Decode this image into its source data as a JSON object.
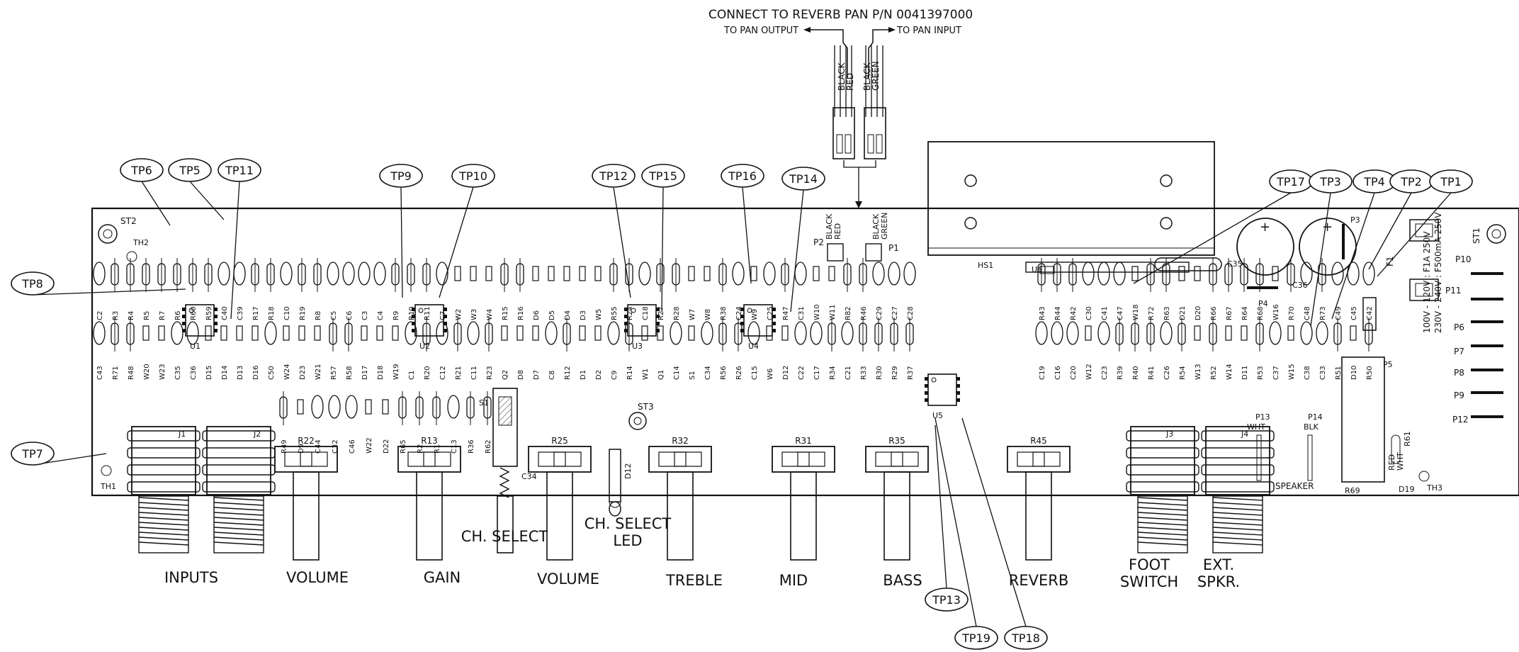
{
  "header": {
    "title": "CONNECT TO REVERB PAN P/N 0041397000",
    "to_pan_output": "TO PAN OUTPUT",
    "to_pan_input": "TO PAN INPUT",
    "wire_colors_left": [
      "BLACK",
      "RED"
    ],
    "wire_colors_right": [
      "BLACK",
      "GREEN"
    ]
  },
  "connector_p2": {
    "label": "P2",
    "colors": [
      "BLACK",
      "RED"
    ]
  },
  "connector_p1": {
    "label": "P1",
    "colors": [
      "BLACK",
      "GREEN"
    ]
  },
  "control_labels": [
    "INPUTS",
    "VOLUME",
    "GAIN",
    "CH. SELECT",
    "VOLUME",
    "CH. SELECT LED",
    "TREBLE",
    "MID",
    "BASS",
    "REVERB",
    "FOOT SWITCH",
    "EXT. SPKR."
  ],
  "test_points": [
    "TP6",
    "TP5",
    "TP11",
    "TP9",
    "TP10",
    "TP12",
    "TP15",
    "TP16",
    "TP14",
    "TP17",
    "TP3",
    "TP4",
    "TP2",
    "TP1",
    "TP8",
    "TP7",
    "TP13",
    "TP19",
    "TP18"
  ],
  "pots": [
    "R22",
    "R13",
    "R25",
    "R32",
    "R31",
    "R35",
    "R45"
  ],
  "jacks": [
    "J1",
    "J2",
    "J3",
    "J4"
  ],
  "ics": [
    "U1",
    "U2",
    "U3",
    "U4",
    "U5",
    "U6"
  ],
  "fuse": {
    "label": "F1",
    "line1": "100V - 120V : F1A 250V",
    "line2": "230V - 240V : F500mA 250V"
  },
  "speaker": {
    "label": "SPEAKER",
    "wht": "WHT",
    "blk": "BLK",
    "p13": "P13",
    "p14": "P14"
  },
  "heatsink": {
    "label": "HS1"
  },
  "misc_labels": {
    "st1": "ST1",
    "st2": "ST2",
    "st3": "ST3",
    "th1": "TH1",
    "th2": "TH2",
    "th3": "TH3",
    "p3": "P3",
    "p4": "P4",
    "p5": "P5",
    "p10": "P10",
    "p11": "P11",
    "p6": "P6",
    "p7": "P7",
    "p8": "P8",
    "p9": "P9",
    "p12": "P12",
    "red": "RED",
    "wht": "WHT",
    "d19": "D19",
    "r69": "R69",
    "r61": "R61"
  },
  "component_labels": [
    "C2",
    "R3",
    "R4",
    "R5",
    "R7",
    "R6",
    "R60",
    "R59",
    "C40",
    "C39",
    "R17",
    "R18",
    "C10",
    "R19",
    "R8",
    "C5",
    "C6",
    "C3",
    "C4",
    "R9",
    "R10",
    "R11",
    "C7",
    "W2",
    "W3",
    "W4",
    "R15",
    "R16",
    "D6",
    "D5",
    "D4",
    "D3",
    "W5",
    "R55",
    "R24",
    "C18",
    "R27",
    "R28",
    "W7",
    "W8",
    "R38",
    "C24",
    "W9",
    "C25",
    "R47",
    "C31",
    "W10",
    "W11",
    "R82",
    "R46",
    "C29",
    "C27",
    "C28",
    "R43",
    "R44",
    "R42",
    "C30",
    "C41",
    "C47",
    "W18",
    "R72",
    "R63",
    "D21",
    "D20",
    "R66",
    "R67",
    "R64",
    "R68",
    "W16",
    "R70",
    "C48",
    "R73",
    "C49",
    "C45",
    "C42",
    "C43",
    "R71",
    "R48",
    "W20",
    "W23",
    "C35",
    "C36",
    "D15",
    "D14",
    "D13",
    "D16",
    "C50",
    "W24",
    "D23",
    "W21",
    "R57",
    "R58",
    "D17",
    "D18",
    "W19",
    "C1",
    "R20",
    "C12",
    "R21",
    "C11",
    "R23",
    "Q2",
    "D8",
    "D7",
    "C8",
    "R12",
    "D1",
    "D2",
    "C9",
    "R14",
    "W1",
    "Q1",
    "C14",
    "S1",
    "C34",
    "R56",
    "R26",
    "C15",
    "W6",
    "D12",
    "C22",
    "C17",
    "R34",
    "C21",
    "R33",
    "R30",
    "R29",
    "R37",
    "C19",
    "C16",
    "C20",
    "W12",
    "C23",
    "R39",
    "R40",
    "R41",
    "C26",
    "R54",
    "W13",
    "R52",
    "W14",
    "D11",
    "R53",
    "C37",
    "W15",
    "C38",
    "C33",
    "R51",
    "D10",
    "R50",
    "R49",
    "D9",
    "C44",
    "C32",
    "C46",
    "W22",
    "D22",
    "R65",
    "R2",
    "R1",
    "C13",
    "R36",
    "R62"
  ]
}
